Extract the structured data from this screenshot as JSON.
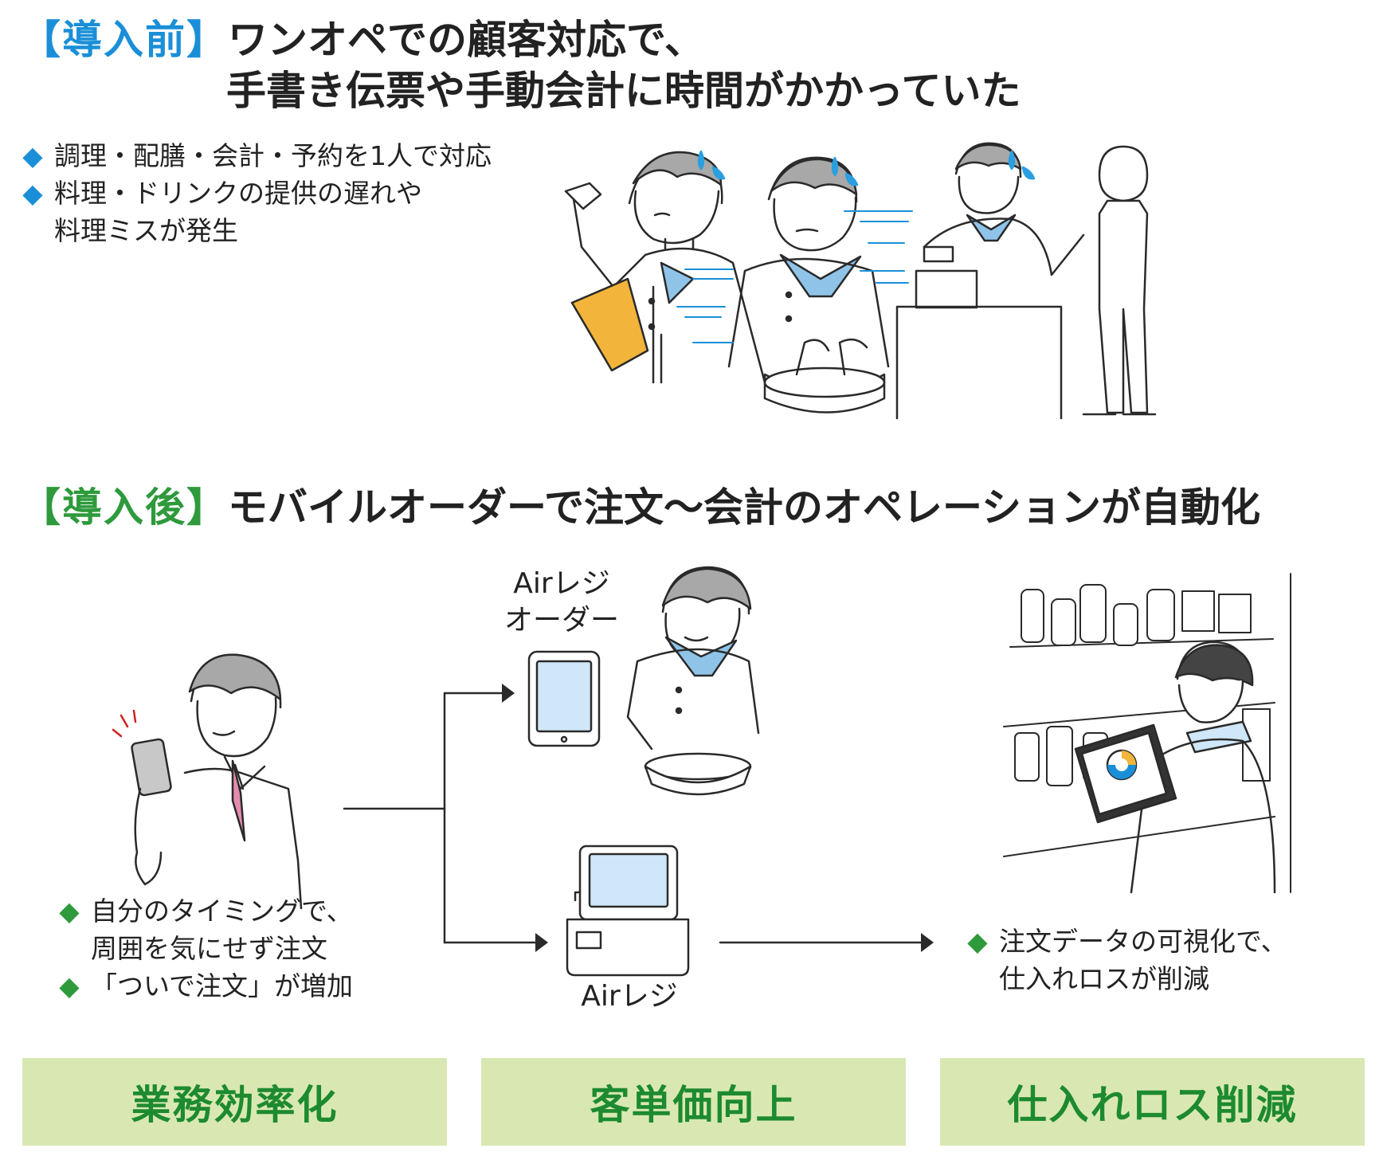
{
  "before": {
    "tag": "【導入前】",
    "title_line1": "ワンオペでの顧客対応で、",
    "title_line2": "手書き伝票や手動会計に時間がかかっていた",
    "bullets": [
      {
        "marker": "◆",
        "lines": [
          "調理・配膳・会計・予約を1人で対応"
        ]
      },
      {
        "marker": "◆",
        "lines": [
          "料理・ドリンクの提供の遅れや",
          "料理ミスが発生"
        ]
      }
    ]
  },
  "after": {
    "tag": "【導入後】",
    "title": "モバイルオーダーで注文〜会計のオペレーションが自動化",
    "customer_bullets": [
      {
        "marker": "◆",
        "lines": [
          "自分のタイミングで、",
          "周囲を気にせず注文"
        ]
      },
      {
        "marker": "◆",
        "lines": [
          "「ついで注文」が増加"
        ]
      }
    ],
    "order_label_line1": "Airレジ",
    "order_label_line2": "オーダー",
    "register_label": "Airレジ",
    "data_bullets": [
      {
        "marker": "◆",
        "lines": [
          "注文データの可視化で、",
          "仕入れロスが削減"
        ]
      }
    ]
  },
  "results": [
    "業務効率化",
    "客単価向上",
    "仕入れロス削減"
  ],
  "colors": {
    "before_accent": "#1a8fd8",
    "after_accent": "#2e9a3c",
    "result_bg": "#d9e8b3",
    "result_text": "#1d8a2f",
    "scarf": "#8fc4e8",
    "tie": "#e58bb0",
    "order_pad": "#f2b43a",
    "screen": "#cfe7f8",
    "hair": "#a8a8a8",
    "sweat": "#2a9fe0"
  }
}
